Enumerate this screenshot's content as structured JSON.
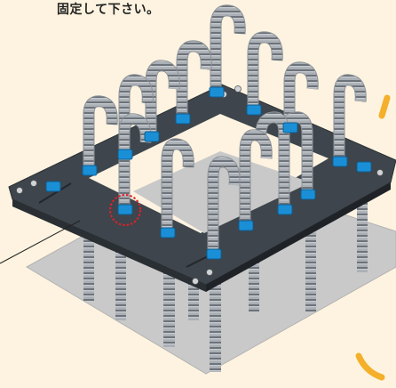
{
  "caption": "固定して下さい。",
  "colors": {
    "background": "#fdf3e0",
    "ground_plate": "#c9c9c9",
    "steel_plate": "#444c54",
    "nut_blue": "#1a8fd6",
    "rebar": "#9ea4aa",
    "accent_orange": "#f4b02a",
    "highlight_red": "#e0212a"
  },
  "icons": [
    "anchor-bolt-frame-illustration",
    "highlight-circle",
    "leader-line",
    "orange-arc-accent"
  ]
}
